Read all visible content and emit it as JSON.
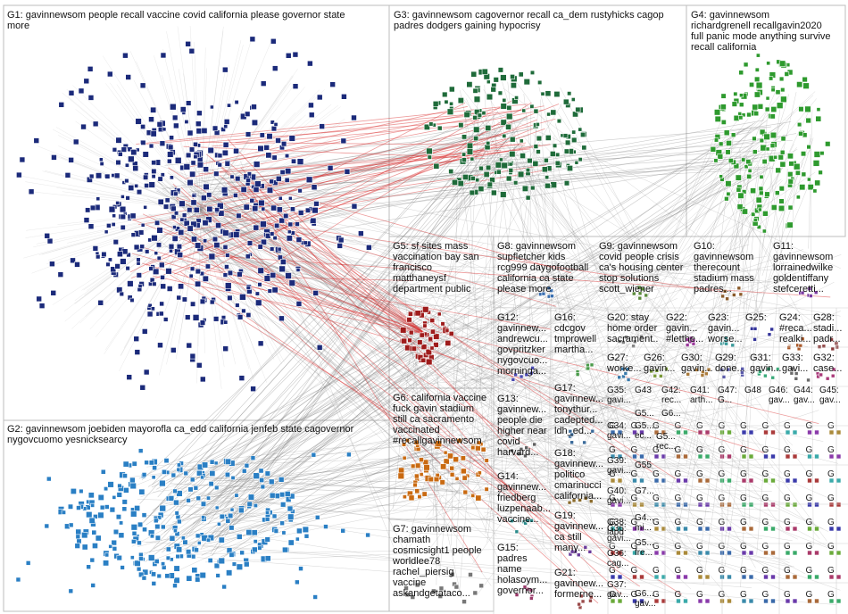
{
  "groups": [
    {
      "id": "G1",
      "label": "G1: gavinnewsom people recall vaccine covid california please governor state\nmore",
      "color": "#1b2a7a"
    },
    {
      "id": "G2",
      "label": "G2: gavinnewsom joebiden mayorofla ca_edd california jenfeb state cagovernor\nnygovcuomo yesnicksearcy",
      "color": "#2a7fc4"
    },
    {
      "id": "G3",
      "label": "G3: gavinnewsom cagovernor recall ca_dem rustyhicks cagop\npadres dodgers gaining hypocrisy",
      "color": "#1f6b3a"
    },
    {
      "id": "G4",
      "label": "G4: gavinnewsom\nrichardgrenell recallgavin2020\nfull panic mode anything survive\nrecall california",
      "color": "#2e9a2e"
    },
    {
      "id": "G5",
      "label": "G5: sf sites mass\nvaccination bay san\nfrancisco\nmatthaneysf\ndepartment public",
      "color": "#9e1b1b"
    },
    {
      "id": "G6",
      "label": "G6: california vaccine\nfuck gavin stadium\nstill ca sacramento\nvaccinated\n#recallgavinnewsom",
      "color": "#c96a12"
    },
    {
      "id": "G7",
      "label": "G7: gavinnewsom\nchamath\ncosmicsight1 people\nworldlee78\nrachel_piersig\nvaccine\naskandgetataco...",
      "color": "#777777"
    },
    {
      "id": "G8",
      "label": "G8: gavinnewsom\nsupfletcher kids\nrcg999 daygofootball\ncalifornia ca state\nplease more",
      "color": "#3a6fb0"
    },
    {
      "id": "G9",
      "label": "G9: gavinnewsom\ncovid people crisis\nca's housing center\nstop solutions\nscott_wiener",
      "color": "#5a8a3a"
    },
    {
      "id": "G10",
      "label": "G10:\ngavinnewsom\ntherecount\nstadium mass\npadres...",
      "color": "#8a5a2a"
    },
    {
      "id": "G11",
      "label": "G11:\ngavinnewsom\nlorrainedwilke\ngoldentiffany\nstefceretti...",
      "color": "#7a3aa0"
    },
    {
      "id": "G12",
      "label": "G12:\ngavinnew...\nandrewcu...\ngovpritzker\nnygovcuo...\nmorninga...",
      "color": "#4a4ab0"
    },
    {
      "id": "G13",
      "label": "G13:\ngavinnew...\npeople die\nhigher near\ncovid\nharvard...",
      "color": "#606060"
    },
    {
      "id": "G14",
      "label": "G14:\ngavinnew...\nfriedberg\nluzpenaab...\nvaccine...",
      "color": "#2a8a8a"
    },
    {
      "id": "G15",
      "label": "G15:\npadres\nname\nholasoym...\ngovernor...",
      "color": "#9a3a6a"
    },
    {
      "id": "G16",
      "label": "G16:\ncdcgov\ntmprowell\nmartha...",
      "color": "#4a9a4a"
    },
    {
      "id": "G17",
      "label": "G17:\ngavinnew...\ntonythur...\ncadepted...\nldh_ed...",
      "color": "#3a6a9a"
    },
    {
      "id": "G18",
      "label": "G18:\ngavinnew...\npolitico\ncmarinucci\ncalifornia...",
      "color": "#8a6a2a"
    },
    {
      "id": "G19",
      "label": "G19:\ngavinnew...\nca still\nmany...",
      "color": "#6a3a9a"
    },
    {
      "id": "G20",
      "label": "G20: stay\nhome order\nsacrament...",
      "color": "#7a7a7a"
    },
    {
      "id": "G21",
      "label": "G21:\ngavinnew...\nformerne...",
      "color": "#9a4a4a"
    },
    {
      "id": "G22",
      "label": "G22:\ngavin...\n#letthe...",
      "color": "#9a3a9a"
    },
    {
      "id": "G23",
      "label": "G23:\ngavin...\nworse...",
      "color": "#3a9a9a"
    },
    {
      "id": "G24",
      "label": "G24:\n#reca...\nrealki...",
      "color": "#aa5a2a"
    },
    {
      "id": "G25",
      "label": "G25:",
      "color": "#333399"
    },
    {
      "id": "G26",
      "label": "G26:\ngavin...",
      "color": "#7a9a3a"
    },
    {
      "id": "G27",
      "label": "G27:\nworke...",
      "color": "#3a7aaa"
    },
    {
      "id": "G28",
      "label": "G28:\nstadi...\npadr...",
      "color": "#8a3a3a"
    },
    {
      "id": "G29",
      "label": "G29:\ndone...",
      "color": "#5a5aaa"
    },
    {
      "id": "G30",
      "label": "G30:\ngavin...",
      "color": "#aa7a3a"
    },
    {
      "id": "G31",
      "label": "G31:\ngavin...",
      "color": "#3aaa7a"
    },
    {
      "id": "G32",
      "label": "G32:\ncase...",
      "color": "#aa3a7a"
    },
    {
      "id": "G33",
      "label": "G33:\ngavi...",
      "color": "#6a6a6a"
    }
  ],
  "small_groups": [
    {
      "label": "G35:\ngavi...",
      "color": "#3a6aaa"
    },
    {
      "label": "G43",
      "color": "#6a3aaa"
    },
    {
      "label": "G42:\nrec...",
      "color": "#aa6a3a"
    },
    {
      "label": "G41:\narth...",
      "color": "#3aaa6a"
    },
    {
      "label": "G47:\nG...",
      "color": "#aa3a6a"
    },
    {
      "label": "G48",
      "color": "#6aaa3a"
    },
    {
      "label": "G46:\ngav...",
      "color": "#3a3aaa"
    },
    {
      "label": "G44:\ngav...",
      "color": "#aa3a3a"
    },
    {
      "label": "G45:\ngav...",
      "color": "#3aaaaa"
    },
    {
      "label": "G36:\ngavi...",
      "color": "#8a3aaa"
    },
    {
      "label": "G5...",
      "color": "#aa8a3a"
    },
    {
      "label": "G6...",
      "color": "#3a8aaa"
    },
    {
      "label": "G34:\ngavi...",
      "color": "#aa3a8a"
    },
    {
      "label": "G5...\nec...",
      "color": "#6a8a3a"
    },
    {
      "label": "G5...\nrec...",
      "color": "#3a6a8a"
    },
    {
      "label": "G39:\ngavi...",
      "color": "#8a6a3a"
    },
    {
      "label": "G55",
      "color": "#3a8a6a"
    },
    {
      "label": "G40:\ngavi...",
      "color": "#6a3a8a"
    },
    {
      "label": "G7...",
      "color": "#8a3a6a"
    },
    {
      "label": "G38:\nlapd",
      "color": "#3a3a8a"
    },
    {
      "label": "G4...\nmi...",
      "color": "#8a8a3a"
    },
    {
      "label": "G36:\ncag...",
      "color": "#5a5a9a"
    },
    {
      "label": "G5...\nfre...",
      "color": "#9a5a5a"
    },
    {
      "label": "G37:\ngav...",
      "color": "#5a9a5a"
    },
    {
      "label": "G6...\ngav...",
      "color": "#9a5a9a"
    }
  ],
  "legend_bottom_text": "G"
}
